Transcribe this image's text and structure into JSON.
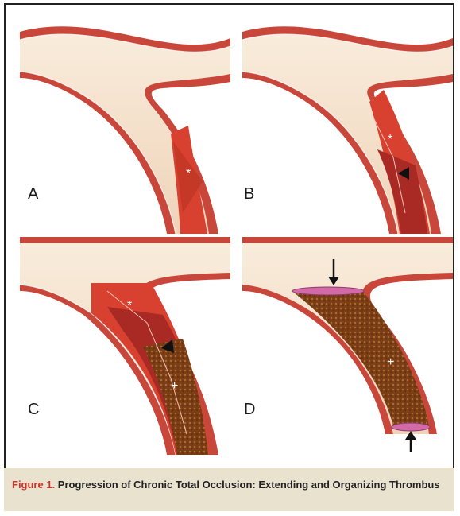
{
  "figure": {
    "panels": [
      {
        "letter": "A"
      },
      {
        "letter": "B"
      },
      {
        "letter": "C"
      },
      {
        "letter": "D"
      }
    ],
    "symbols": {
      "asterisk": "*",
      "plus": "+"
    },
    "caption": {
      "label": "Figure 1.",
      "text": " Progression of Chronic Total Occlusion: Extending and Organizing Thrombus"
    },
    "colors": {
      "vessel_wall": "#c9473a",
      "vessel_lumen": "#f6e3cf",
      "fresh_thrombus": "#d8412f",
      "older_thrombus": "#a92a24",
      "organized_thrombus": "#8a4a1e",
      "cap": "#d36aa8",
      "caption_bg": "#e9e2cf",
      "caption_label": "#d2322a"
    }
  }
}
